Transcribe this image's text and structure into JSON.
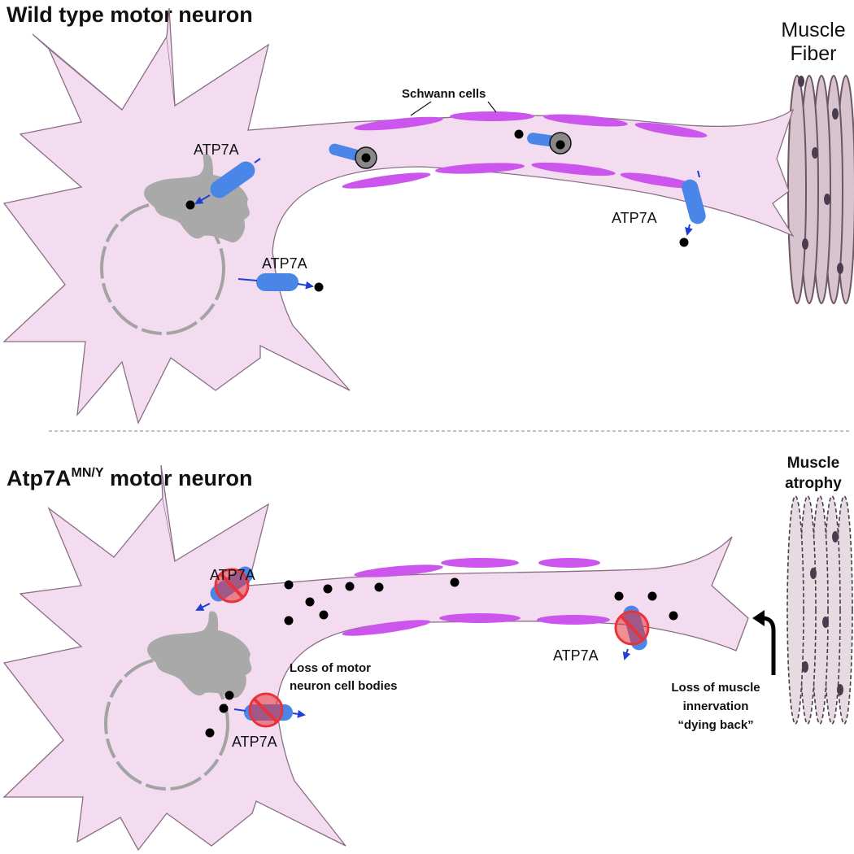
{
  "top_panel": {
    "title": "Wild type motor neuron",
    "schwann_label": "Schwann cells",
    "muscle_label_line1": "Muscle",
    "muscle_label_line2": "Fiber",
    "atp7a_labels": [
      "ATP7A",
      "ATP7A",
      "ATP7A"
    ]
  },
  "bottom_panel": {
    "title_main": "Atp7A",
    "title_sup": "MN/Y",
    "title_rest": " motor neuron",
    "muscle_label_line1": "Muscle",
    "muscle_label_line2": "atrophy",
    "atp7a_labels": [
      "ATP7A",
      "ATP7A",
      "ATP7A"
    ],
    "loss_bodies_line1": "Loss of motor",
    "loss_bodies_line2": "neuron cell bodies",
    "loss_innervation_line1": "Loss of muscle",
    "loss_innervation_line2": "innervation",
    "loss_innervation_line3": "“dying back”"
  },
  "colors": {
    "cytoplasm": "#f3dcef",
    "cell_outline": "#8a6e86",
    "schwann": "#cc55ee",
    "transporter": "#4a86e8",
    "arrow": "#1f3fd6",
    "golgi": "#a9a9a9",
    "nucleus_outline": "#a3a3a3",
    "copper": "#000000",
    "muscle": "#8b6878",
    "inhibit": "#e8333a",
    "divider": "#888888"
  },
  "icons": [
    "copper-dot",
    "atp7a-transporter",
    "no-symbol-icon",
    "curved-arrow-icon"
  ]
}
